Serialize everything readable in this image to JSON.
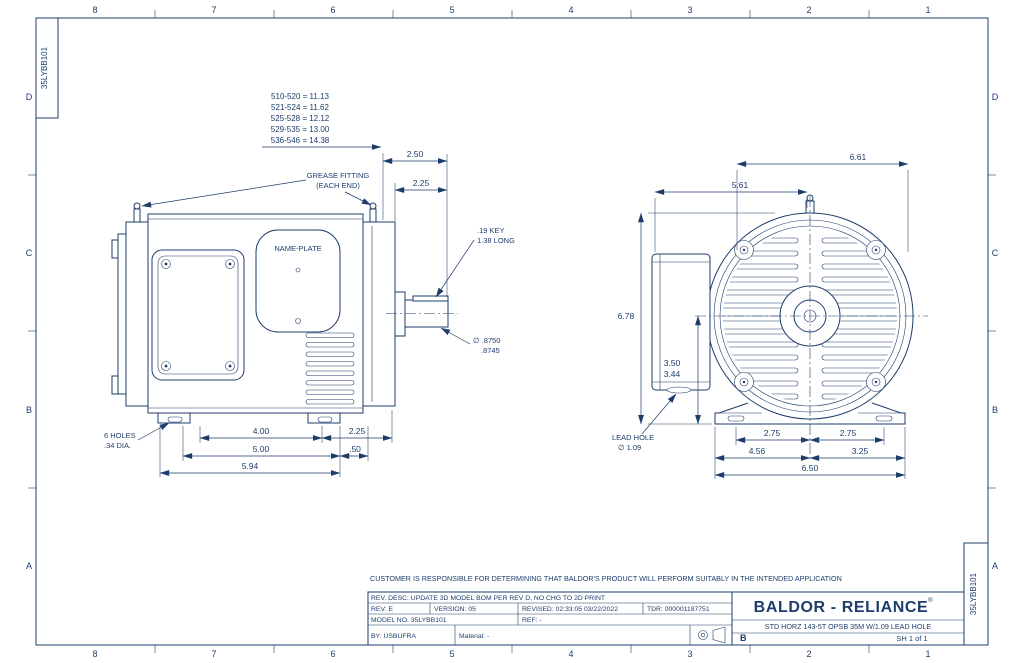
{
  "doc": {
    "number": "35LYBB101"
  },
  "border": {
    "cols": [
      "8",
      "7",
      "6",
      "5",
      "4",
      "3",
      "2",
      "1"
    ],
    "rows": [
      "D",
      "C",
      "B",
      "A"
    ]
  },
  "side_view": {
    "length_table": [
      "510-520 = 11.13",
      "521-524 = 11.62",
      "525-528 = 12.12",
      "529-535 = 13.00",
      "536-546 = 14.38"
    ],
    "labels": {
      "grease_line1": "GREASE FITTING",
      "grease_line2": "(EACH END)",
      "nameplate": "NAME-PLATE",
      "key_line1": ".19 KEY",
      "key_line2": "1.38 LONG",
      "shaft_dia_line1": "∅ .8750",
      "shaft_dia_line2": ".8745",
      "holes_line1": "6 HOLES",
      "holes_line2": ".34 DIA."
    },
    "dims": {
      "shaft_ext": "2.50",
      "shaft_len": "2.25",
      "foot_span": "4.00",
      "foot_to_face": "2.25",
      "base_len": "5.00",
      "overhang": ".50",
      "overall_base": "5.94"
    }
  },
  "end_view": {
    "labels": {
      "lead_line1": "LEAD HOLE",
      "lead_line2": "∅ 1.09"
    },
    "dims": {
      "width_overall": "6.61",
      "width_box": "5.61",
      "height_overall": "6.78",
      "shaft_height_max": "3.50",
      "shaft_height_min": "3.44",
      "foot_left": "2.75",
      "foot_right": "2.75",
      "base_left": "4.56",
      "base_right": "3.25",
      "base_overall": "6.50"
    }
  },
  "disclaimer": "CUSTOMER IS RESPONSIBLE FOR DETERMINING THAT BALDOR'S PRODUCT WILL PERFORM SUITABLY IN THE INTENDED APPLICATION",
  "title_block": {
    "rev_desc": "REV. DESC: UPDATE 3D MODEL BOM PER REV D, NO CHG TO 2D PRINT",
    "rev": "REV:  E",
    "version": "VERSION:  05",
    "revised": "REVISED: 02:33:05 03/22/2022",
    "tdr": "TDR: 000001187751",
    "model": "MODEL NO.  35LYBB101",
    "ref": "REF:  -",
    "by": "BY: USBUFRA",
    "material": "Material:  -",
    "logo": "BALDOR - RELIANCE",
    "logo_reg": "®",
    "description": "STD HORZ 143-5T OPSB 35M W/1.09 LEAD HOLE",
    "sheet": "SH 1 of 1",
    "size": "B"
  }
}
